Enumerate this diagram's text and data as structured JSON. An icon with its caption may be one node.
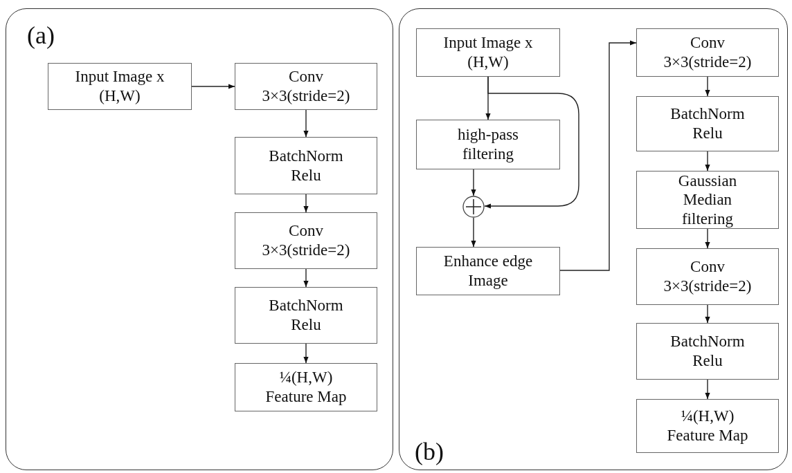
{
  "diagram": {
    "nodes": [
      {
        "text": [
          "(a)"
        ]
      },
      {
        "text": [
          "Input Image x (H,W)"
        ],
        "in": 0
      },
      {
        "text": [
          "Conv 3×3(stride=2)"
        ],
        "in": 0
      },
      {
        "text": [
          "BatchNorm Relu"
        ],
        "in": 0
      },
      {
        "text": [
          "Conv 3×3(stride=2)"
        ],
        "in": 0
      },
      {
        "text": [
          "BatchNorm Relu"
        ],
        "in": 0
      },
      {
        "text": [
          "¼(H,W) Feature Map"
        ],
        "in": 0
      },
      {
        "text": [
          "(b)"
        ]
      },
      {
        "text": [
          "Input Image x (H,W)"
        ],
        "in": 7
      },
      {
        "text": [
          "high-pass filtering"
        ],
        "in": 7
      },
      {
        "text": [],
        "shape": "circle",
        "in": 7
      },
      {
        "text": [
          "Enhance edge Image"
        ],
        "in": 7
      },
      {
        "text": [
          "Conv 3×3(stride=2)"
        ],
        "in": 7
      },
      {
        "text": [
          "BatchNorm Relu"
        ],
        "in": 7
      },
      {
        "text": [
          "Gaussian Median filtering"
        ],
        "in": 7
      },
      {
        "text": [
          "Conv 3×3(stride=2)"
        ],
        "in": 7
      },
      {
        "text": [
          "BatchNorm Relu"
        ],
        "in": 7
      },
      {
        "text": [
          "¼(H,W) Feature Map"
        ],
        "in": 7
      }
    ],
    "edges": [
      {
        "from": 1,
        "to": 2,
        "arrow": "to"
      },
      {
        "from": 2,
        "to": 3,
        "arrow": "to"
      },
      {
        "from": 3,
        "to": 4,
        "arrow": "to"
      },
      {
        "from": 4,
        "to": 5,
        "arrow": "to"
      },
      {
        "from": 5,
        "to": 6,
        "arrow": "to"
      },
      {
        "from": 8,
        "to": 9,
        "arrow": "to"
      },
      {
        "from": 9,
        "to": 10,
        "arrow": "to"
      },
      {
        "from": 8,
        "to": 10,
        "arrow": "to"
      },
      {
        "from": 10,
        "to": 11,
        "arrow": "to"
      },
      {
        "from": 11,
        "to": 12,
        "arrow": "to"
      },
      {
        "from": 12,
        "to": 13,
        "arrow": "to"
      },
      {
        "from": 13,
        "to": 14,
        "arrow": "to"
      },
      {
        "from": 14,
        "to": 15,
        "arrow": "to"
      },
      {
        "from": 15,
        "to": 16,
        "arrow": "to"
      },
      {
        "from": 16,
        "to": 17,
        "arrow": "to"
      }
    ]
  }
}
